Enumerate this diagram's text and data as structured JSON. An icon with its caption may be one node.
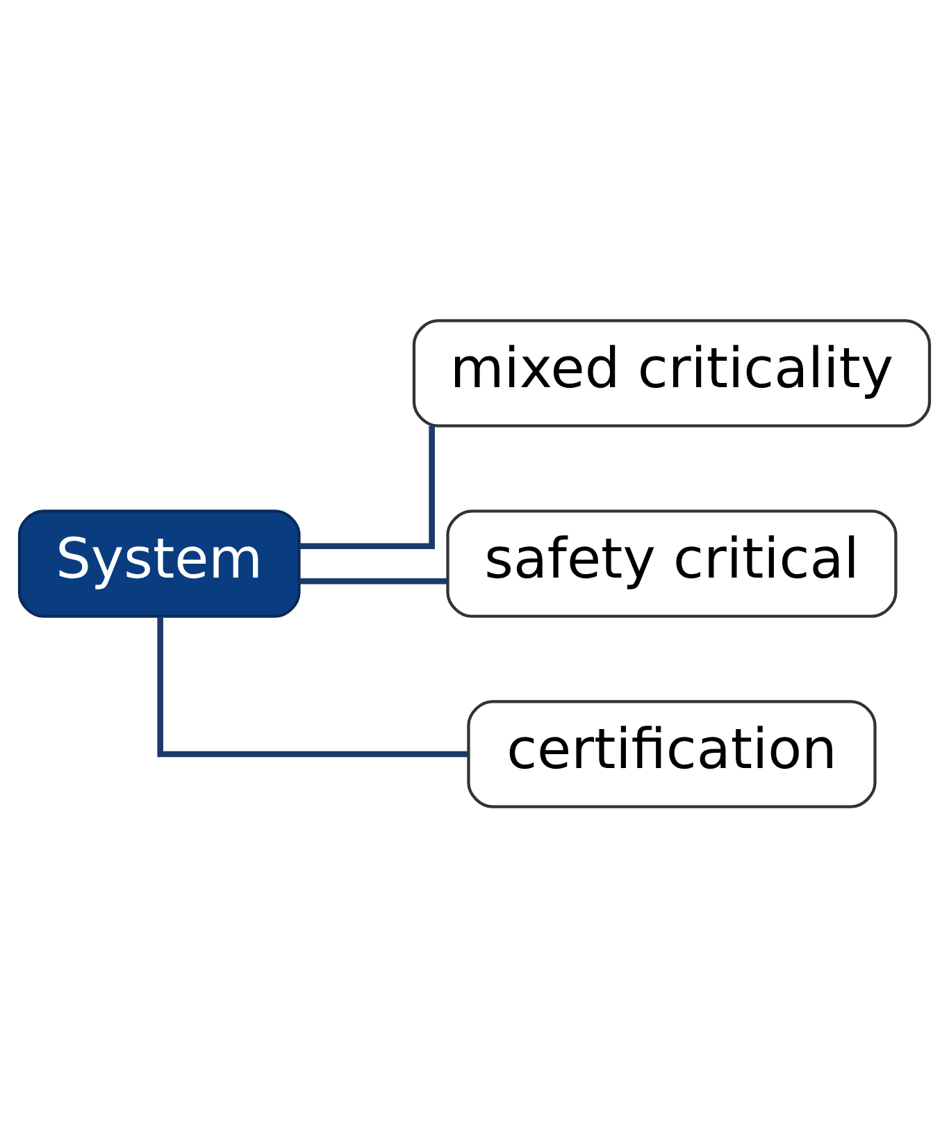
{
  "diagram": {
    "nodes": [
      {
        "text": [
          "System"
        ]
      },
      {
        "text": [
          "mixed criticality"
        ]
      },
      {
        "text": [
          "safety critical"
        ]
      },
      {
        "text": [
          "certification"
        ]
      }
    ],
    "edges": [
      {
        "from": 0,
        "to": 1,
        "arrow": "none"
      },
      {
        "from": 0,
        "to": 2,
        "arrow": "none"
      },
      {
        "from": 0,
        "to": 3,
        "arrow": "none"
      }
    ]
  }
}
